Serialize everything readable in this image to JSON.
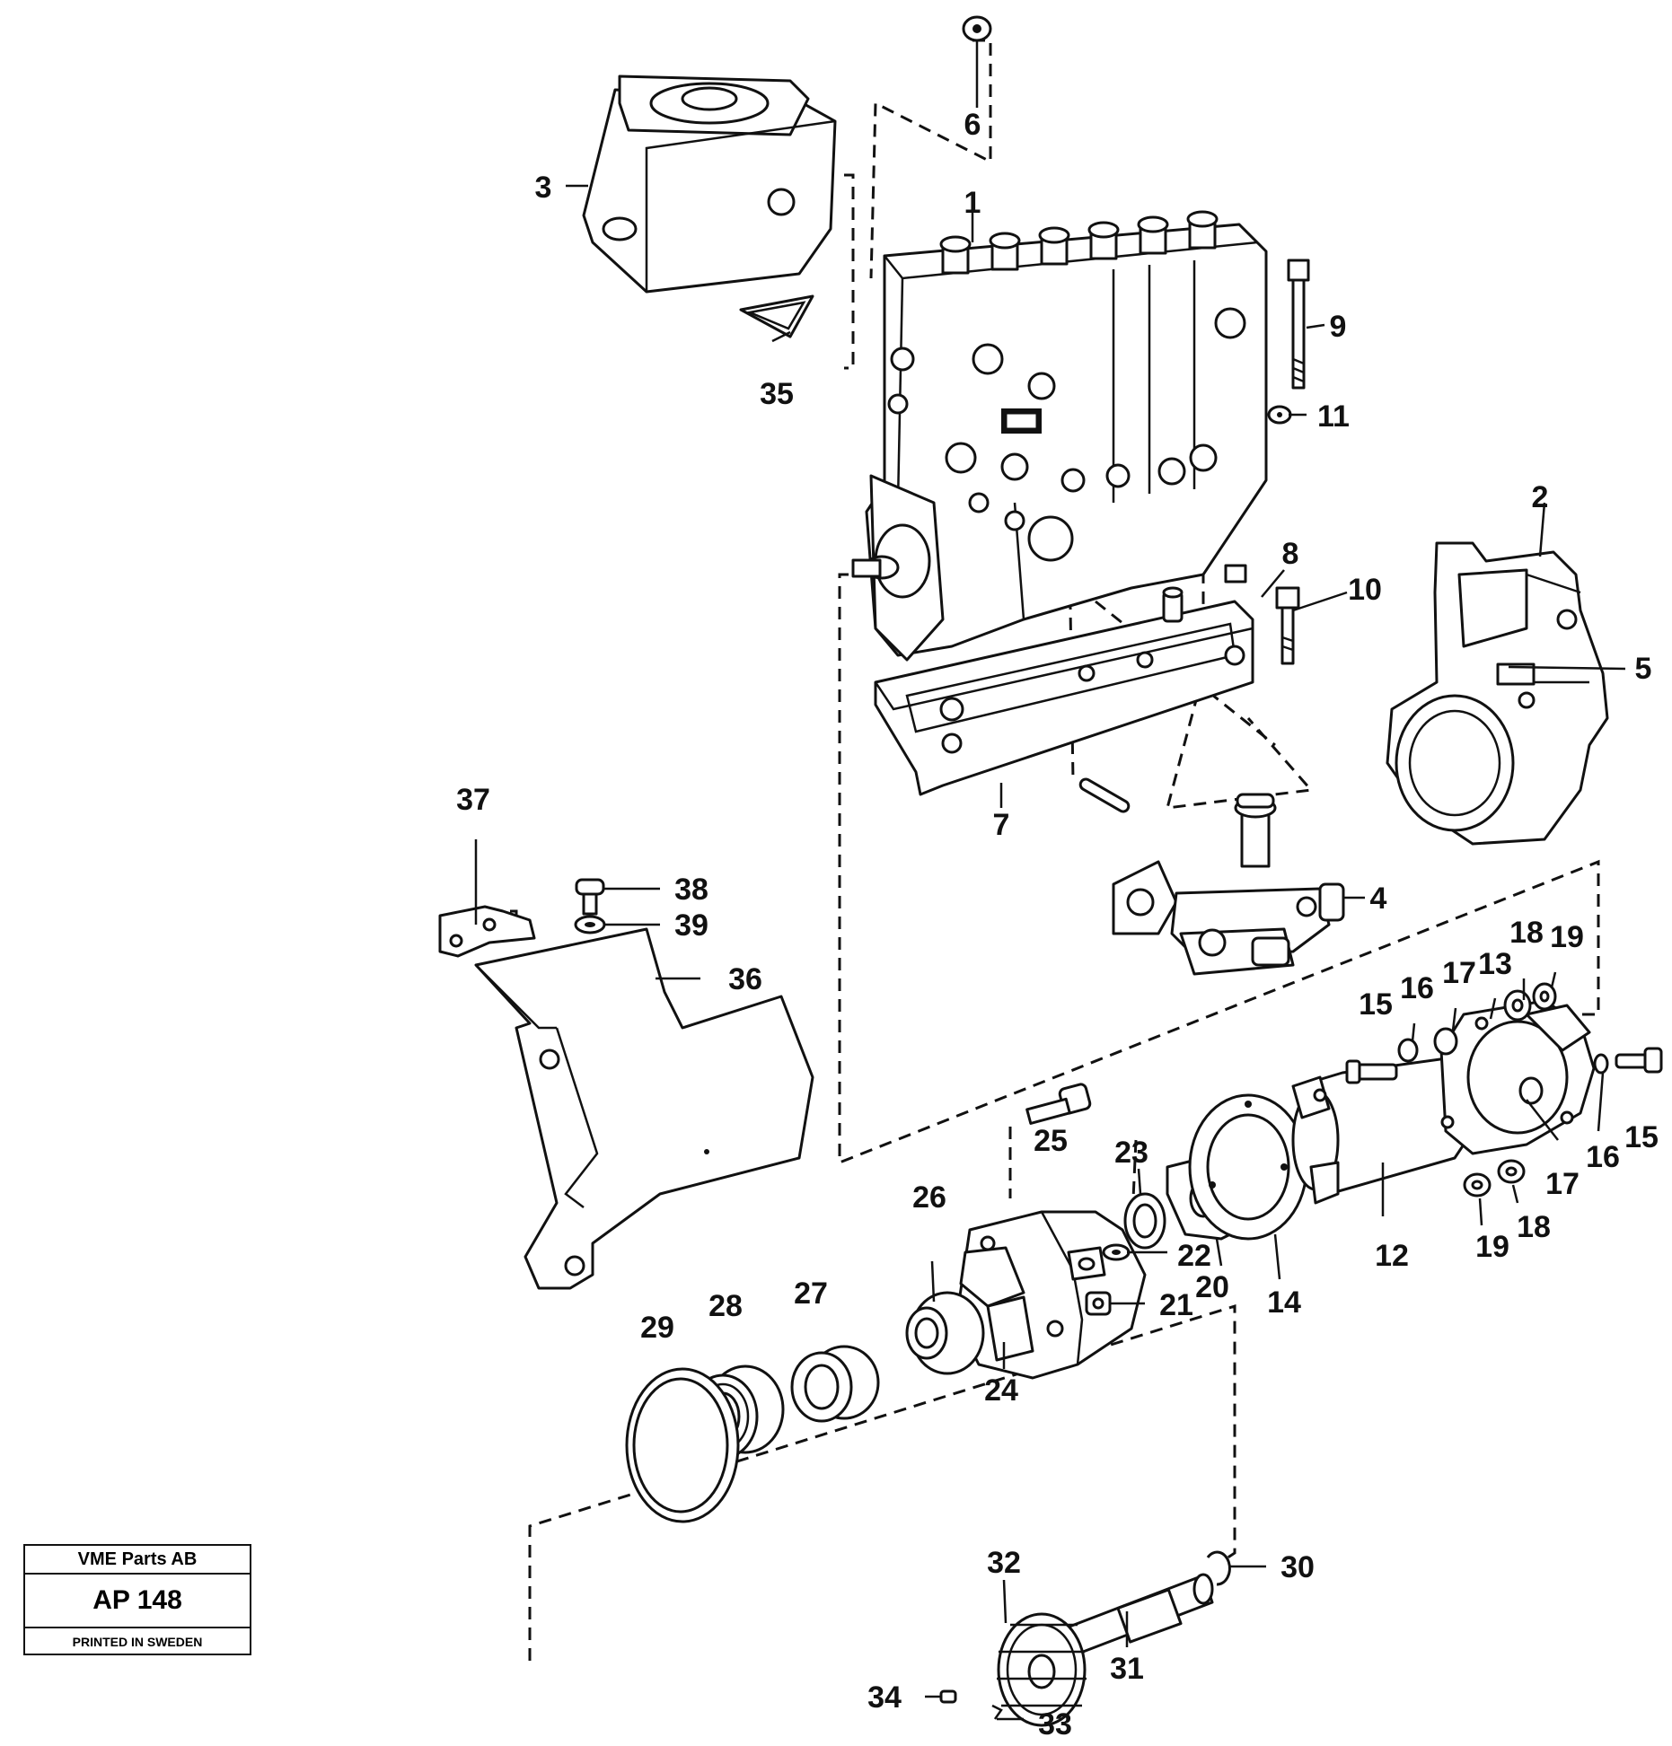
{
  "title_block": {
    "company": "VME Parts AB",
    "code": "AP 148",
    "printed": "PRINTED IN SWEDEN"
  },
  "callouts": [
    "1",
    "2",
    "3",
    "4",
    "5",
    "6",
    "7",
    "8",
    "9",
    "10",
    "11",
    "12",
    "13",
    "14",
    "15",
    "15",
    "16",
    "16",
    "17",
    "17",
    "18",
    "18",
    "19",
    "19",
    "20",
    "21",
    "22",
    "23",
    "24",
    "25",
    "26",
    "27",
    "28",
    "29",
    "30",
    "31",
    "32",
    "33",
    "34",
    "35",
    "36",
    "37",
    "38",
    "39"
  ]
}
